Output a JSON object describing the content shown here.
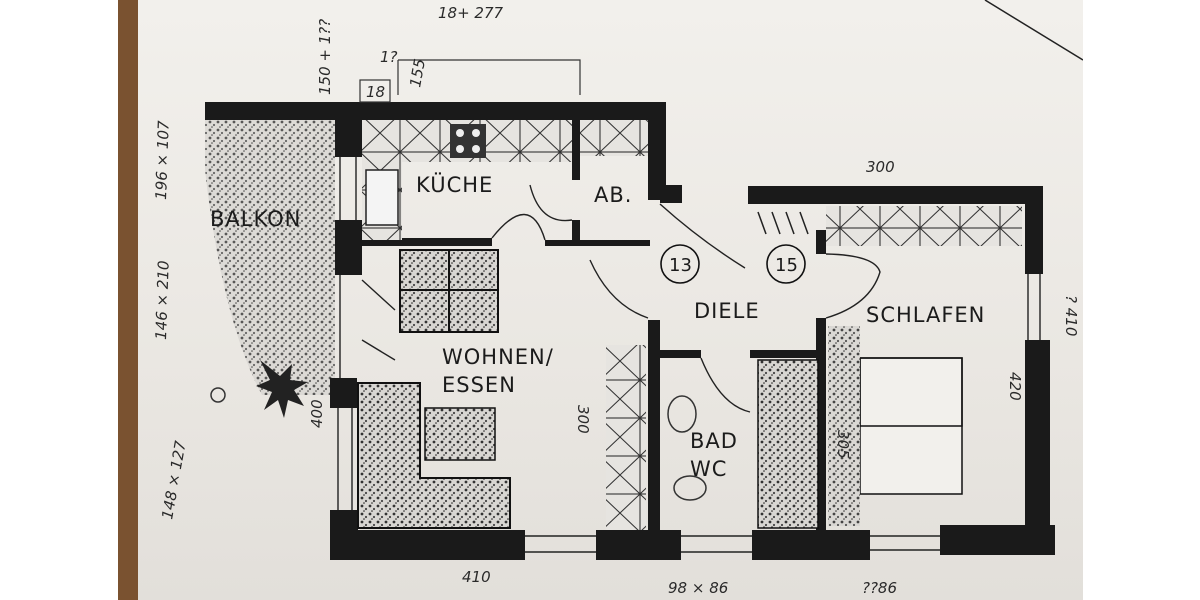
{
  "rooms": {
    "balkon": "BALKON",
    "kueche": "KÜCHE",
    "abstell": "AB.",
    "wohnen_line1": "WOHNEN/",
    "wohnen_line2": "ESSEN",
    "diele": "DIELE",
    "schlafen": "SCHLAFEN",
    "bad_line1": "BAD",
    "bad_line2": "WC"
  },
  "markers": {
    "door_13": "13",
    "door_15": "15"
  },
  "annotations": {
    "top_dim": "18+ 277",
    "top_left_vertical": "150 + 1??",
    "stair_mark": "1?",
    "small_18": "18",
    "dim_155": "155",
    "left_upper": "196 × 107",
    "left_middle": "146 × 210",
    "left_lower": "148 × 127",
    "wall_400": "400",
    "wohnen_300": "300",
    "schlafen_300": "300",
    "schlafen_420": "420",
    "bed_305": "305",
    "bottom_410": "410",
    "bottom_middle": "98 × 86",
    "bottom_right": "??86",
    "right_edge": "? 410"
  }
}
